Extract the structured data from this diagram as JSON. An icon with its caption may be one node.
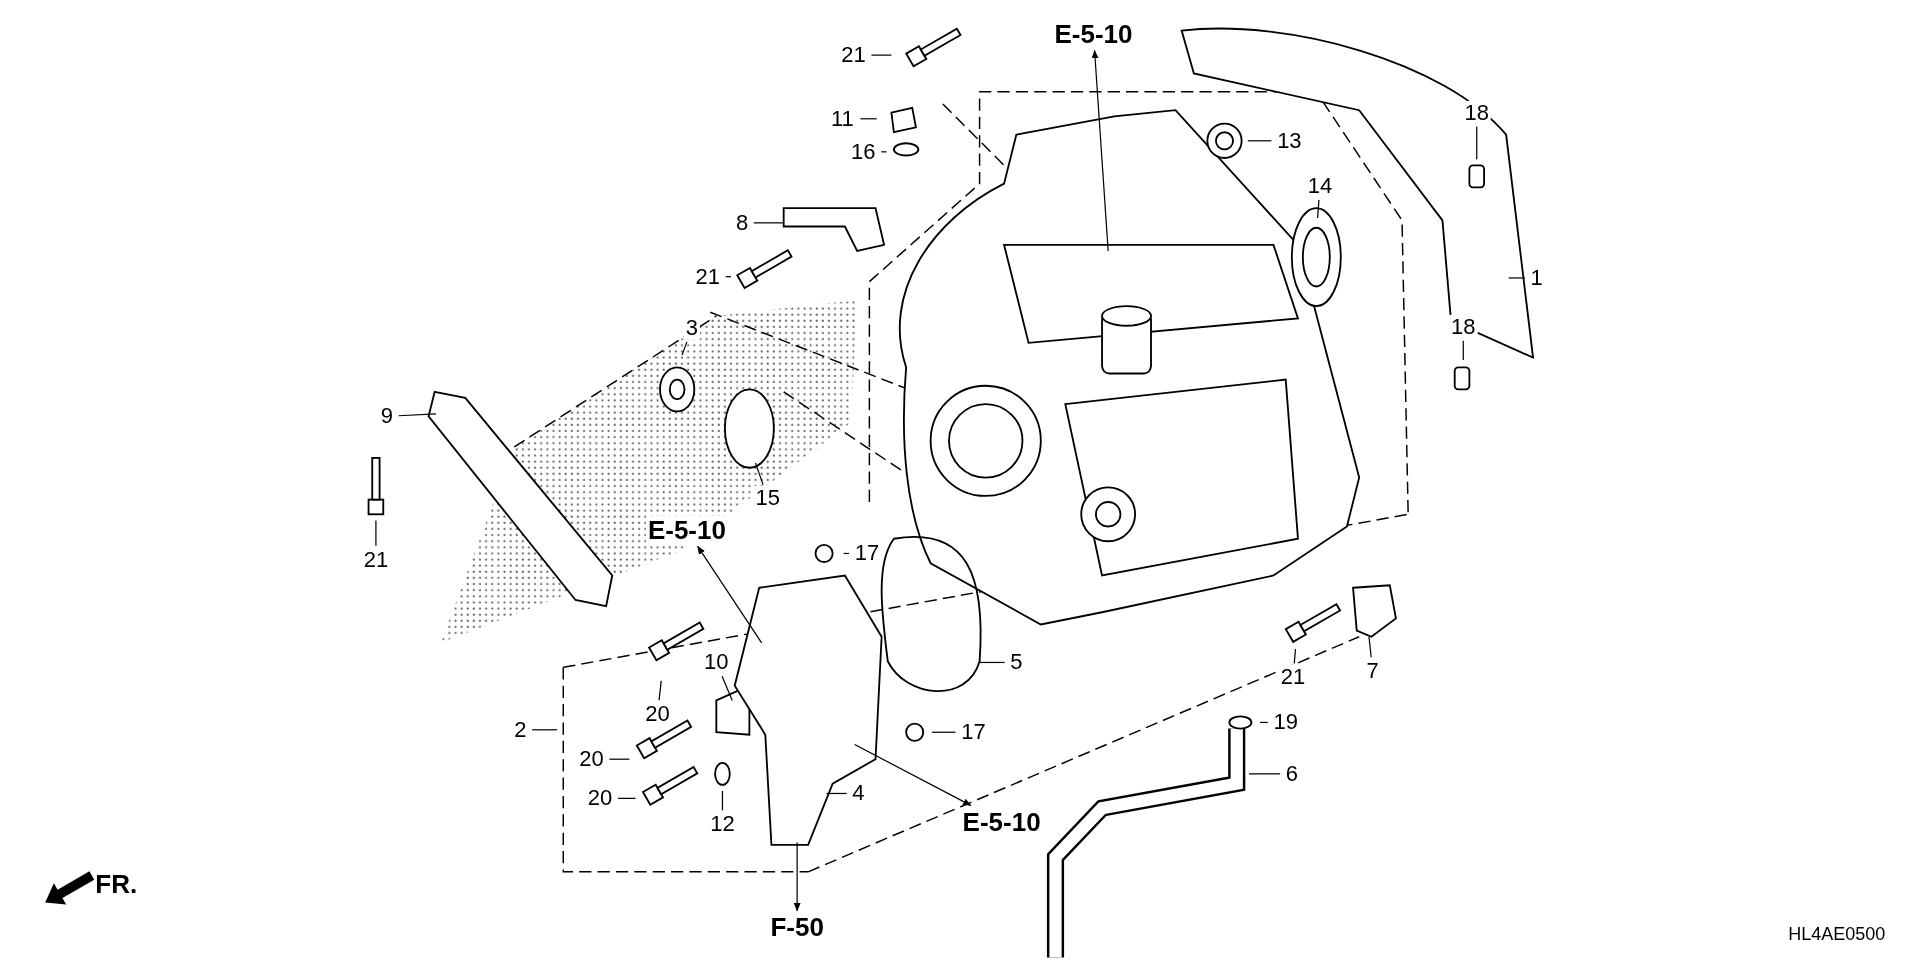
{
  "diagram": {
    "nodes": [
      {
        "text": [
          "E-5-10"
        ]
      },
      {
        "text": [
          "21"
        ]
      },
      {
        "text": [
          "11"
        ]
      },
      {
        "text": [
          "16"
        ]
      },
      {
        "text": [
          "13"
        ]
      },
      {
        "text": [
          "18"
        ]
      },
      {
        "text": [
          "14"
        ]
      },
      {
        "text": [
          "8"
        ]
      },
      {
        "text": [
          "21"
        ]
      },
      {
        "text": [
          "1"
        ]
      },
      {
        "text": [
          "18"
        ]
      },
      {
        "text": [
          "3"
        ]
      },
      {
        "text": [
          "9"
        ]
      },
      {
        "text": [
          "15"
        ]
      },
      {
        "text": [
          "E-5-10"
        ]
      },
      {
        "text": [
          "17"
        ]
      },
      {
        "text": [
          "21"
        ]
      },
      {
        "text": [
          "10"
        ]
      },
      {
        "text": [
          "5"
        ]
      },
      {
        "text": [
          "21"
        ]
      },
      {
        "text": [
          "7"
        ]
      },
      {
        "text": [
          "20"
        ]
      },
      {
        "text": [
          "19"
        ]
      },
      {
        "text": [
          "2"
        ]
      },
      {
        "text": [
          "17"
        ]
      },
      {
        "text": [
          "20"
        ]
      },
      {
        "text": [
          "6"
        ]
      },
      {
        "text": [
          "4"
        ]
      },
      {
        "text": [
          "20"
        ]
      },
      {
        "text": [
          "E-5-10"
        ]
      },
      {
        "text": [
          "12"
        ]
      },
      {
        "text": [
          "F-50"
        ]
      }
    ],
    "edges": [
      {
        "from": null,
        "to": 0,
        "arrow": "to"
      },
      {
        "from": 1,
        "to": null,
        "arrow": "none"
      },
      {
        "from": 2,
        "to": null,
        "arrow": "none"
      },
      {
        "from": 3,
        "to": null,
        "arrow": "none"
      },
      {
        "from": 4,
        "to": null,
        "arrow": "none"
      },
      {
        "from": 5,
        "to": null,
        "arrow": "none"
      },
      {
        "from": 6,
        "to": null,
        "arrow": "none"
      },
      {
        "from": 7,
        "to": null,
        "arrow": "none"
      },
      {
        "from": 8,
        "to": null,
        "arrow": "none"
      },
      {
        "from": 9,
        "to": null,
        "arrow": "none"
      },
      {
        "from": 10,
        "to": null,
        "arrow": "none"
      },
      {
        "from": 11,
        "to": null,
        "arrow": "none"
      },
      {
        "from": 12,
        "to": null,
        "arrow": "none"
      },
      {
        "from": 13,
        "to": null,
        "arrow": "none"
      },
      {
        "from": null,
        "to": 14,
        "arrow": "to"
      },
      {
        "from": 15,
        "to": null,
        "arrow": "none"
      },
      {
        "from": 16,
        "to": null,
        "arrow": "none"
      },
      {
        "from": 17,
        "to": null,
        "arrow": "none"
      },
      {
        "from": 18,
        "to": null,
        "arrow": "none"
      },
      {
        "from": 19,
        "to": null,
        "arrow": "none"
      },
      {
        "from": 20,
        "to": null,
        "arrow": "none"
      },
      {
        "from": 21,
        "to": null,
        "arrow": "none"
      },
      {
        "from": 22,
        "to": null,
        "arrow": "none"
      },
      {
        "from": 23,
        "to": null,
        "arrow": "none"
      },
      {
        "from": 24,
        "to": null,
        "arrow": "none"
      },
      {
        "from": 25,
        "to": null,
        "arrow": "none"
      },
      {
        "from": 26,
        "to": null,
        "arrow": "none"
      },
      {
        "from": 27,
        "to": null,
        "arrow": "none"
      },
      {
        "from": 28,
        "to": null,
        "arrow": "none"
      },
      {
        "from": null,
        "to": 29,
        "arrow": "to"
      },
      {
        "from": 30,
        "to": null,
        "arrow": "none"
      },
      {
        "from": null,
        "to": 31,
        "arrow": "to"
      }
    ],
    "labels": [
      "FR.",
      "HL4AE0500"
    ]
  }
}
